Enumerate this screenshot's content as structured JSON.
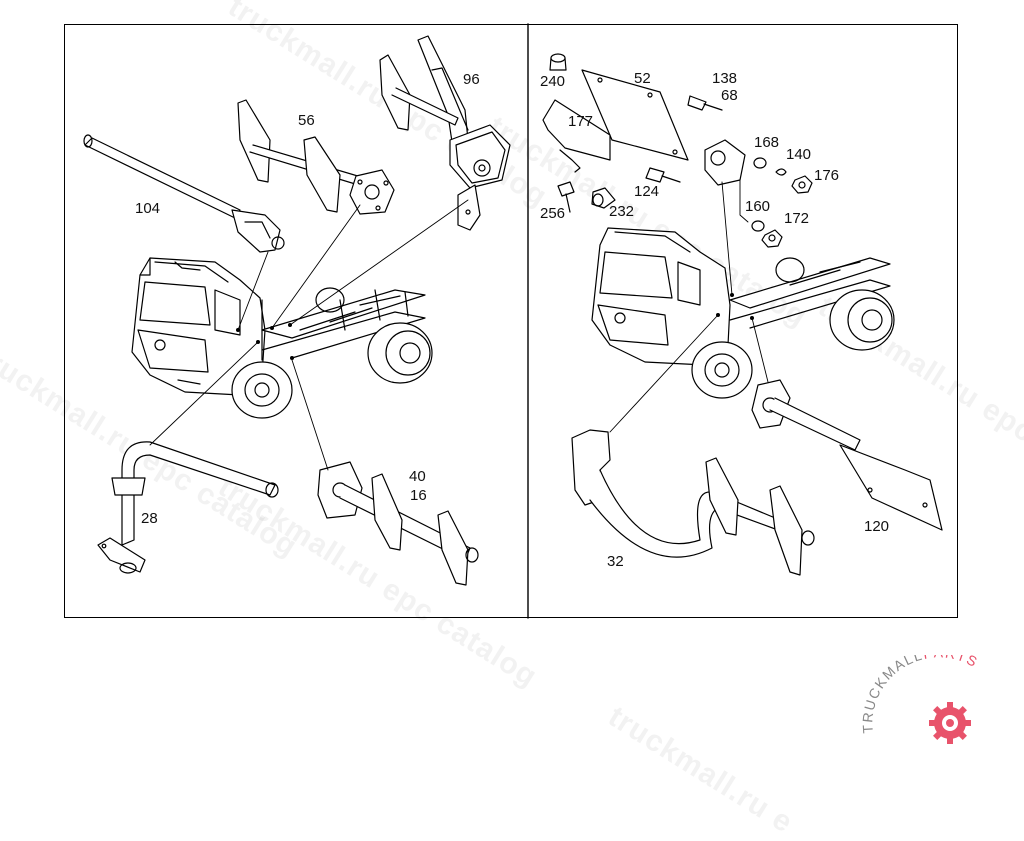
{
  "callouts": {
    "c96": "96",
    "c56": "56",
    "c104": "104",
    "c28": "28",
    "c40": "40",
    "c16": "16",
    "c240": "240",
    "c52": "52",
    "c138": "138",
    "c68": "68",
    "c177": "177",
    "c168": "168",
    "c140": "140",
    "c176": "176",
    "c124": "124",
    "c256": "256",
    "c232": "232",
    "c160": "160",
    "c172": "172",
    "c120": "120",
    "c32": "32"
  },
  "watermark": {
    "w1": "truckmall.ru epc catalog",
    "w2": "catalog",
    "w3": "truckmall.ru epc catalog",
    "w4": "truckmall.ru epc catalog",
    "w5": "truckmall.ru e",
    "w6": "truckmall.ru epc catalog",
    "w7": "truckmall.ru epc catalog"
  },
  "logo": {
    "word1": "TRUCKMALL",
    "word2": "PARTS",
    "color": "#e8536b"
  },
  "colors": {
    "line": "#000000",
    "accent": "#e8536b"
  }
}
